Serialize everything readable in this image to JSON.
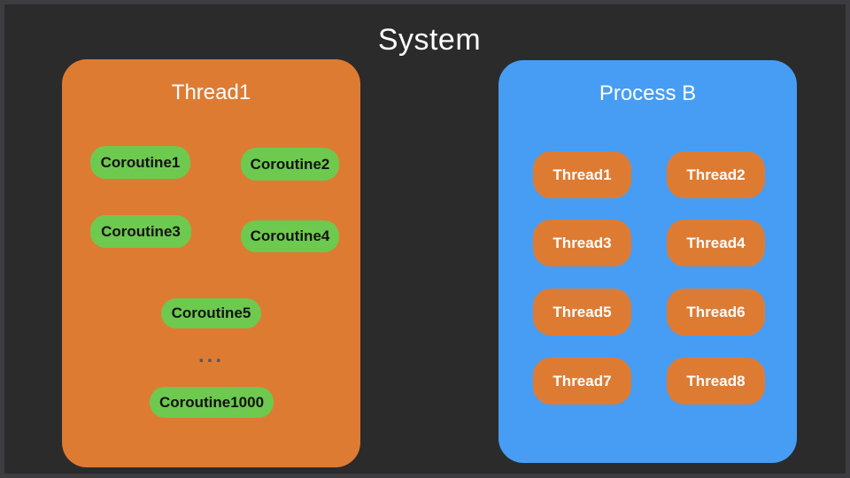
{
  "title": "System",
  "colors": {
    "background": "#2b2b2b",
    "frame_border": "#3d3d41",
    "orange": "#de7b33",
    "blue": "#479df4",
    "green": "#6ec94f",
    "title_text": "#ffffff",
    "coroutine_text": "#131313",
    "thread_text": "#ffffff",
    "ellipsis_text": "#55585e"
  },
  "thread_panel": {
    "title": "Thread1",
    "coroutines": [
      "Coroutine1",
      "Coroutine2",
      "Coroutine3",
      "Coroutine4",
      "Coroutine5"
    ],
    "ellipsis": "...",
    "last_coroutine": "Coroutine1000"
  },
  "process_panel": {
    "title": "Process B",
    "threads": [
      "Thread1",
      "Thread2",
      "Thread3",
      "Thread4",
      "Thread5",
      "Thread6",
      "Thread7",
      "Thread8"
    ]
  }
}
